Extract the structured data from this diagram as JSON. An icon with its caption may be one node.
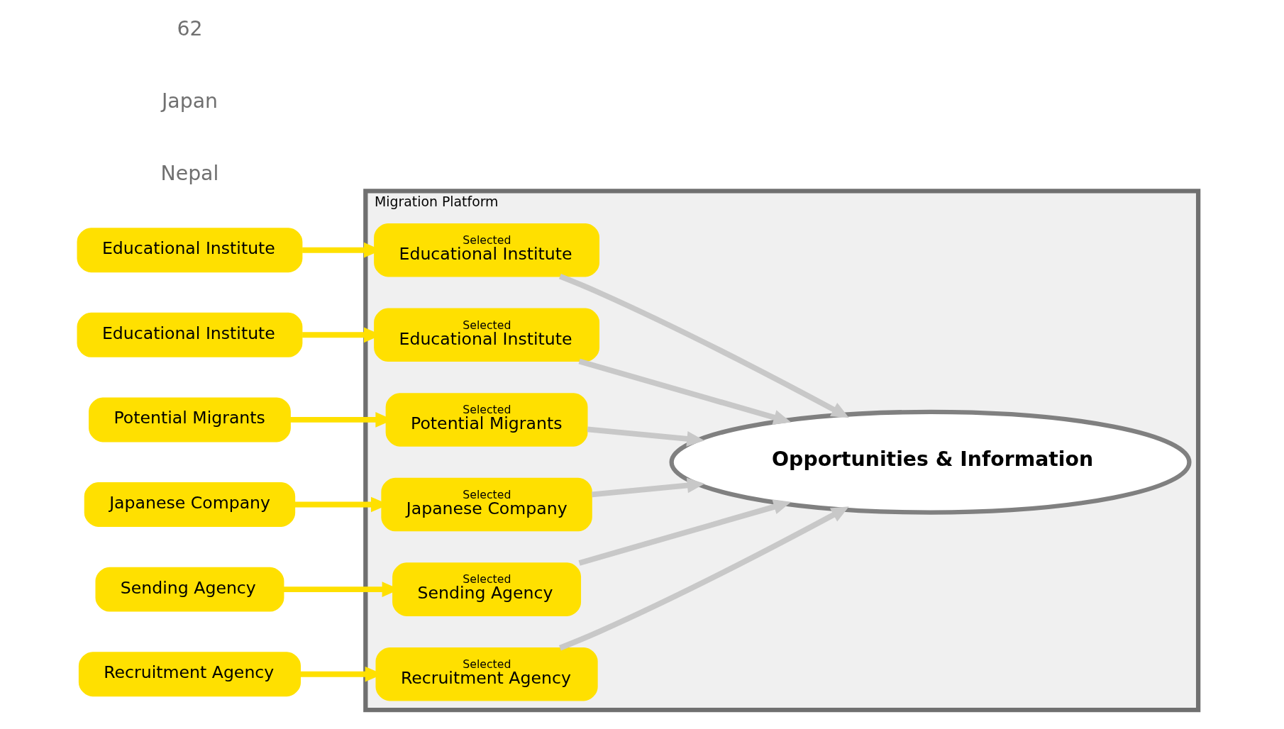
{
  "diagram": {
    "nodes": [
      {
        "text": [
          "Educational Institute"
        ]
      },
      {
        "text": [
          "Educational Institute"
        ]
      },
      {
        "text": [
          "Potential Migrants"
        ]
      },
      {
        "text": [
          "Migration Platform"
        ]
      },
      {
        "text": [
          "Selected",
          "Educational Institute"
        ],
        "in": 3
      },
      {
        "text": [
          "Selected",
          "Educational Institute"
        ],
        "in": 3
      },
      {
        "text": [
          "Selected",
          "Potential Migrants"
        ],
        "in": 3
      },
      {
        "text": [
          "Opportunities & Information"
        ],
        "in": 3
      },
      {
        "text": [
          "Selected",
          "Japanese Company"
        ],
        "in": 3
      },
      {
        "text": [
          "Selected",
          "Sending Agency"
        ],
        "in": 3
      },
      {
        "text": [
          "Selected",
          "Recruitment Agency"
        ],
        "in": 3
      },
      {
        "text": [
          "Japanese Company"
        ]
      },
      {
        "text": [
          "Sending Agency"
        ]
      },
      {
        "text": [
          "Recruitment Agency"
        ]
      }
    ],
    "edges": [
      {
        "from": 0,
        "to": 4,
        "arrow": "to",
        "color": "#ffe000"
      },
      {
        "from": 1,
        "to": 5,
        "arrow": "to",
        "color": "#ffe000"
      },
      {
        "from": 2,
        "to": 6,
        "arrow": "to",
        "color": "#ffe000"
      },
      {
        "from": 11,
        "to": 8,
        "arrow": "to",
        "color": "#ffe000"
      },
      {
        "from": 12,
        "to": 9,
        "arrow": "to",
        "color": "#ffe000"
      },
      {
        "from": 13,
        "to": 10,
        "arrow": "to",
        "color": "#ffe000"
      },
      {
        "from": 4,
        "to": 7,
        "arrow": "to",
        "color": "#c8c8c8"
      },
      {
        "from": 5,
        "to": 7,
        "arrow": "to",
        "color": "#c8c8c8"
      },
      {
        "from": 6,
        "to": 7,
        "arrow": "to",
        "color": "#c8c8c8"
      },
      {
        "from": 8,
        "to": 7,
        "arrow": "to",
        "color": "#c8c8c8"
      },
      {
        "from": 9,
        "to": 7,
        "arrow": "to",
        "color": "#c8c8c8"
      },
      {
        "from": 10,
        "to": 7,
        "arrow": "to",
        "color": "#c8c8c8"
      }
    ],
    "labels": [
      "Nepal",
      "Japan",
      "62"
    ]
  }
}
